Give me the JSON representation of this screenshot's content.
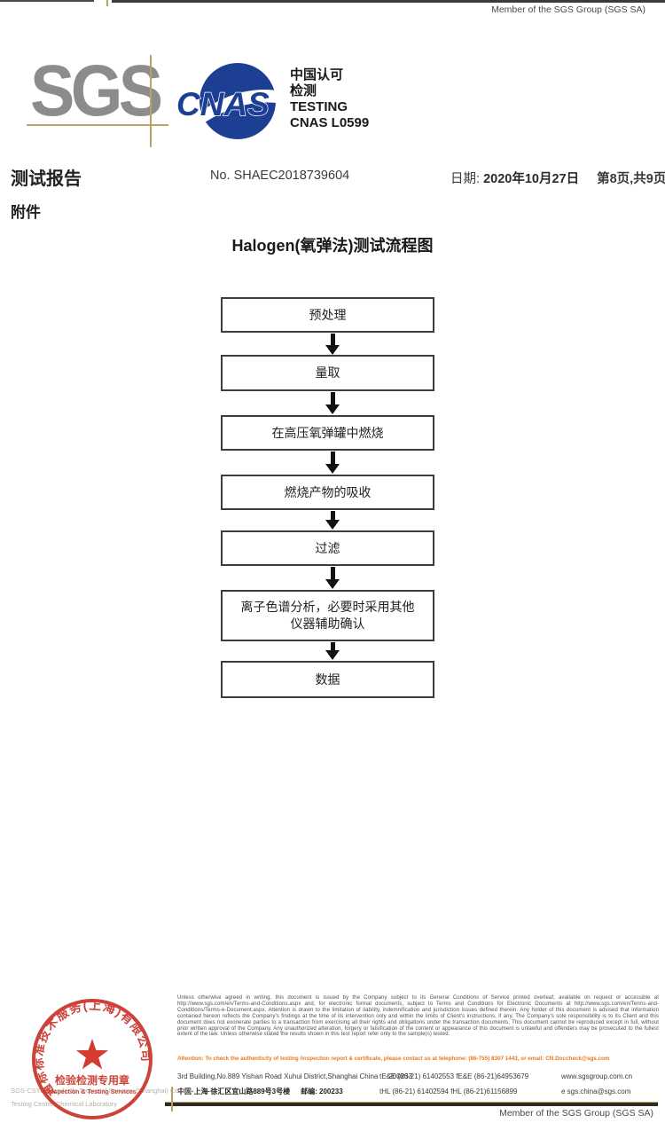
{
  "page": {
    "top_member_text": "Member of the SGS Group (SGS SA)",
    "bottom_member_text": "Member of the SGS Group (SGS SA)"
  },
  "logos": {
    "sgs_text": "SGS",
    "cnas_text": "CNAS",
    "cnas_caption_line1": "中国认可",
    "cnas_caption_line2": "检测",
    "cnas_caption_line3": "TESTING",
    "cnas_caption_line4": "CNAS L0599"
  },
  "header": {
    "report_title": "测试报告",
    "report_no": "No. SHAEC2018739604",
    "date_label": "日期:",
    "date_value": "2020年10月27日",
    "page_info": "第8页,共9页",
    "attachment_label": "附件"
  },
  "flowchart": {
    "title": "Halogen(氧弹法)测试流程图",
    "steps": [
      "预处理",
      "量取",
      "在高压氧弹罐中燃烧",
      "燃烧产物的吸收",
      "过滤",
      "离子色谱分析，必要时采用其他仪器辅助确认",
      "数据"
    ]
  },
  "stamp": {
    "ring_text": "通标标准技术服务(上海)有限公司",
    "center_line1": "检验检测专用章",
    "center_line2": "Inspection & Testing Services"
  },
  "footer": {
    "company_line1": "SGS-CSTC Standards Technical Services (Shanghai) Co.,Ltd.",
    "company_line2": "Testing Center-Chemical Laboratory",
    "disclaimer": "Unless otherwise agreed in writing, this document is issued by the Company subject to its General Conditions of Service printed overleaf, available on request or accessible at http://www.sgs.com/en/Terms-and-Conditions.aspx and, for electronic format documents, subject to Terms and Conditions for Electronic Documents at http://www.sgs.com/en/Terms-and-Conditions/Terms-e-Document.aspx. Attention is drawn to the limitation of liability, indemnification and jurisdiction issues defined therein. Any holder of this document is advised that information contained hereon reflects the Company's findings at the time of its intervention only and within the limits of Client's instructions, if any. The Company's sole responsibility is to its Client and this document does not exonerate parties to a transaction from exercising all their rights and obligations under the transaction documents. This document cannot be reproduced except in full, without prior written approval of the Company. Any unauthorized alteration, forgery or falsification of the content or appearance of this document is unlawful and offenders may be prosecuted to the fullest extent of the law. Unless otherwise stated the results shown in this test report refer only to the sample(s) tested.",
    "attention": "Attention: To check the authenticity of testing /inspection report & certificate, please contact us at telephone: (86-755) 8307 1443, or email: CN.Doccheck@sgs.com",
    "address_en": "3rd Building,No.889 Yishan Road Xuhui District,Shanghai China",
    "postcode_en": "200233",
    "phones_en": "tE&E (86-21) 61402553   fE&E (86-21)64953679",
    "web": "www.sgsgroup.com.cn",
    "address_cn": "中国·上海·徐汇区宜山路889号3号楼",
    "postcode_cn": "邮编: 200233",
    "phones_cn": "tHL (86-21) 61402594   fHL (86-21)61156899",
    "email": "e sgs.china@sgs.com"
  },
  "colors": {
    "cnas_blue": "#1c3f94",
    "sgs_gray": "#8c8c8c",
    "stamp_red": "#c8342a",
    "attention_orange": "#e8791e",
    "crosshair_tan": "#b9a268"
  }
}
